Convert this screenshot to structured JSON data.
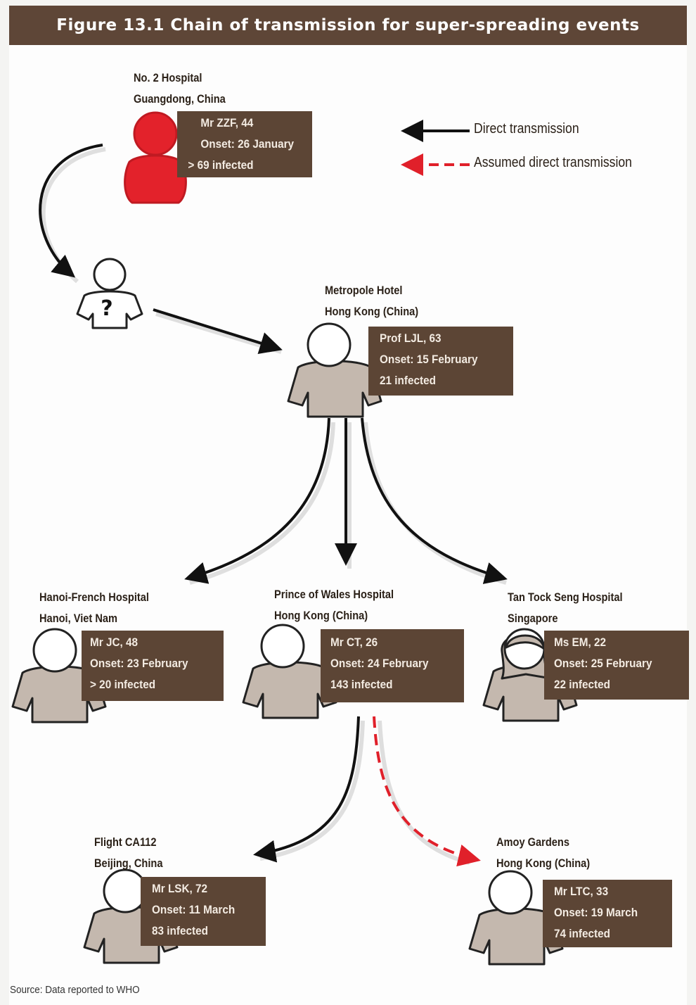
{
  "title": "Figure 13.1 Chain of transmission for super-spreading events",
  "legend": {
    "direct": "Direct transmission",
    "assumed": "Assumed direct transmission",
    "direct_color": "#111111",
    "assumed_color": "#e0202a"
  },
  "unknown_marker": "?",
  "nodes": {
    "guangdong": {
      "place1": "No. 2 Hospital",
      "place2": "Guangdong, China",
      "person": "Mr ZZF, 44",
      "onset": "Onset: 26 January",
      "infected": "> 69 infected",
      "color": "#e3222b"
    },
    "metropole": {
      "place1": "Metropole Hotel",
      "place2": "Hong Kong (China)",
      "person": "Prof LJL, 63",
      "onset": "Onset: 15 February",
      "infected": "21 infected"
    },
    "hanoi": {
      "place1": "Hanoi-French Hospital",
      "place2": "Hanoi, Viet Nam",
      "person": "Mr JC, 48",
      "onset": "Onset: 23 February",
      "infected": "> 20 infected"
    },
    "wales": {
      "place1": "Prince of Wales Hospital",
      "place2": "Hong Kong (China)",
      "person": "Mr CT, 26",
      "onset": "Onset: 24 February",
      "infected": "143 infected"
    },
    "singapore": {
      "place1": "Tan Tock Seng Hospital",
      "place2": "Singapore",
      "person": "Ms EM, 22",
      "onset": "Onset: 25 February",
      "infected": "22 infected"
    },
    "flight": {
      "place1": "Flight CA112",
      "place2": "Beijing, China",
      "person": "Mr LSK, 72",
      "onset": "Onset: 11 March",
      "infected": "83 infected"
    },
    "amoy": {
      "place1": "Amoy Gardens",
      "place2": "Hong Kong (China)",
      "person": "Mr LTC, 33",
      "onset": "Onset: 19 March",
      "infected": "74 infected"
    }
  },
  "source": "Source: Data reported to WHO",
  "colors": {
    "box": "#5c4535",
    "person_grey": "#c4b8ae",
    "person_light": "#ffffff"
  }
}
